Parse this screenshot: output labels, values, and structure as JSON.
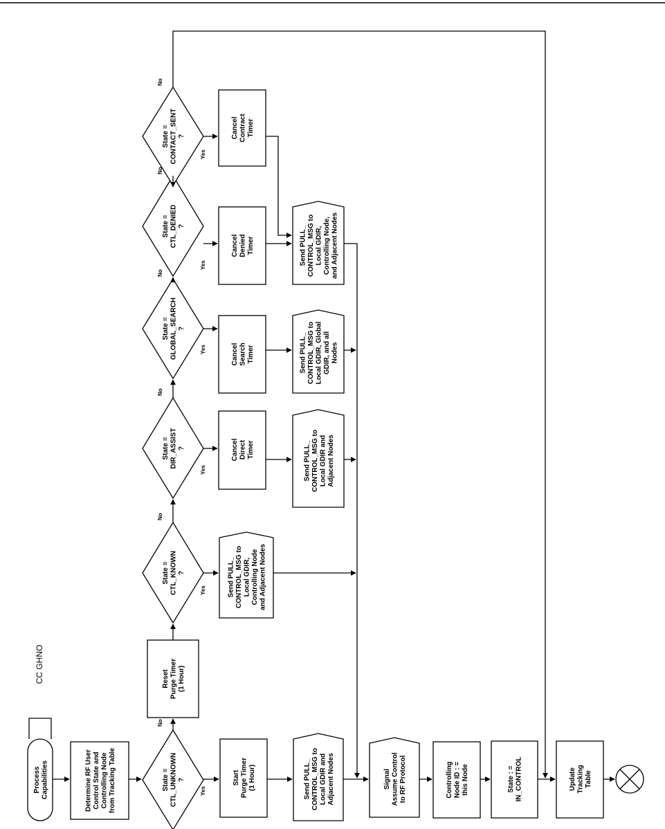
{
  "labels": {
    "cc": "CC GHNO",
    "process": [
      "Process",
      "Capabilities"
    ],
    "determine": [
      "Determine RF User",
      "Control State and",
      "Controlling Node",
      "from Tracking Table"
    ],
    "d1": [
      "State =",
      "CTL_UNKNOWN",
      "?"
    ],
    "d2": [
      "State =",
      "CTL_KNOWN",
      "?"
    ],
    "d3": [
      "State =",
      "DIR_ASSIST",
      "?"
    ],
    "d4": [
      "State =",
      "GLOBAL_SEARCH",
      "?"
    ],
    "d5": [
      "State =",
      "CTL_DENIED",
      "?"
    ],
    "d6": [
      "State =",
      "CONTACT_SENT",
      "?"
    ],
    "reset": [
      "Reset",
      "Purge Timer",
      "(1 Hour)"
    ],
    "start": [
      "Start",
      "Purge Timer",
      "(1 Hour)"
    ],
    "send_unknown": [
      "Send PULL_",
      "CONTROL_MSG to",
      "Local GDIR and",
      "Adjacent Nodes"
    ],
    "send_known": [
      "Send PULL_",
      "CONTROL_MSG to",
      "Local GDIR,",
      "Controlling Node",
      "and Adjacent Nodes"
    ],
    "cancel_direct": [
      "Cancel",
      "Direct",
      "Timer"
    ],
    "send_direct": [
      "Send PULL_",
      "CONTROL_MSG to",
      "Local GDIR and",
      "Adjacent Nodes"
    ],
    "cancel_search": [
      "Cancel",
      "Search",
      "Timer"
    ],
    "send_search": [
      "Send PULL_",
      "CONTROL_MSG to",
      "Local GDIR, Global",
      "GDIR, and all",
      "Nodes"
    ],
    "cancel_denied": [
      "Cancel",
      "Denied",
      "Timer"
    ],
    "send_denied": [
      "Send PULL_",
      "CONTROL_MSG to",
      "Local GDIR,",
      "Controlling Node,",
      "and Adjacent Nodes"
    ],
    "cancel_contact": [
      "Cancel",
      "Contract",
      "Timer"
    ],
    "signal": [
      "Signal",
      "Assume Control",
      "to RF Protocol"
    ],
    "ctl_node": [
      "Controlling",
      "Node ID : =",
      "this Node"
    ],
    "in_control": [
      "State : =",
      "IN_CONTROL"
    ],
    "update": [
      "Update",
      "Tracking",
      "Table"
    ],
    "yes": "Yes",
    "no": "No"
  }
}
